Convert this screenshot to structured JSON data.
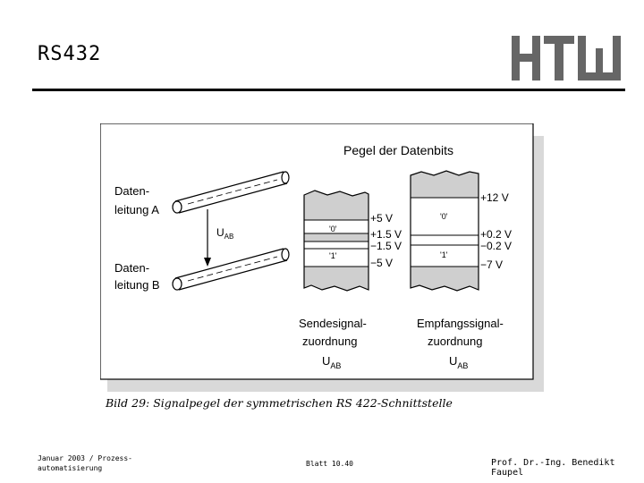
{
  "slide": {
    "title": "RS432",
    "logo_text": "HTW",
    "caption": "Bild 29: Signalpegel der symmetrischen RS 422-Schnittstelle"
  },
  "figure": {
    "heading": "Pegel der Datenbits",
    "line_a": [
      "Daten-",
      "leitung A"
    ],
    "line_b": [
      "Daten-",
      "leitung B"
    ],
    "u_ab": "U",
    "u_ab_sub": "AB",
    "send_label": [
      "Sendesignal-",
      "zuordnung"
    ],
    "recv_label": [
      "Empfangssignal-",
      "zuordnung"
    ],
    "send_zero": "'0'",
    "send_one": "'1'",
    "recv_zero": "'0'",
    "recv_one": "'1'",
    "send_levels": [
      "+5 V",
      "+1.5 V",
      "−1.5 V",
      "−5 V"
    ],
    "recv_levels": [
      "+12 V",
      "+0.2 V",
      "−0.2 V",
      "−7 V"
    ]
  },
  "footer": {
    "left": "Januar 2003 / Prozess-automatisierung",
    "middle": "Blatt 10.40",
    "right": "Prof. Dr.-Ing. Benedikt Faupel"
  },
  "colors": {
    "panel_shadow": "#d9d9d9",
    "band_gray": "#cfcfcf"
  }
}
